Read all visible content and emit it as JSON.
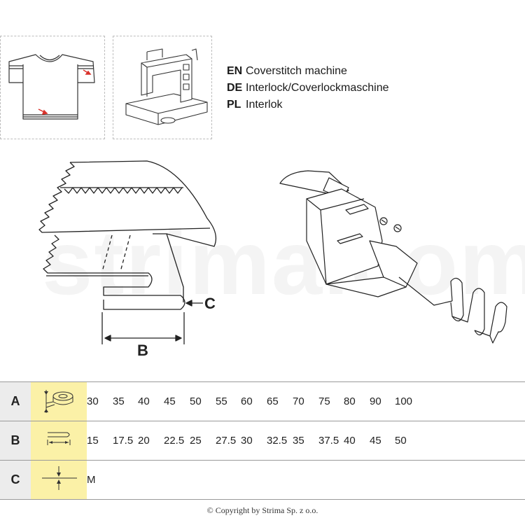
{
  "languages": [
    {
      "code": "EN",
      "text": "Coverstitch machine"
    },
    {
      "code": "DE",
      "text": "Interlock/Coverlockmaschine"
    },
    {
      "code": "PL",
      "text": "Interlok"
    }
  ],
  "diagram": {
    "label_b": "B",
    "label_c": "C"
  },
  "spec_rows": [
    {
      "label": "A",
      "icon": "tape-roll-icon",
      "values": [
        "30",
        "35",
        "40",
        "45",
        "50",
        "55",
        "60",
        "65",
        "70",
        "75",
        "80",
        "90",
        "100"
      ]
    },
    {
      "label": "B",
      "icon": "folded-width-icon",
      "values": [
        "15",
        "17.5",
        "20",
        "22.5",
        "25",
        "27.5",
        "30",
        "32.5",
        "35",
        "37.5",
        "40",
        "45",
        "50"
      ]
    },
    {
      "label": "C",
      "icon": "thickness-icon",
      "values": [
        "M"
      ]
    }
  ],
  "footer": {
    "copyright": "© Copyright by Strima Sp. z o.o."
  },
  "colors": {
    "row_label_bg": "#ececec",
    "row_icon_bg": "#fbf1a7",
    "arrow_red": "#d9322b"
  }
}
